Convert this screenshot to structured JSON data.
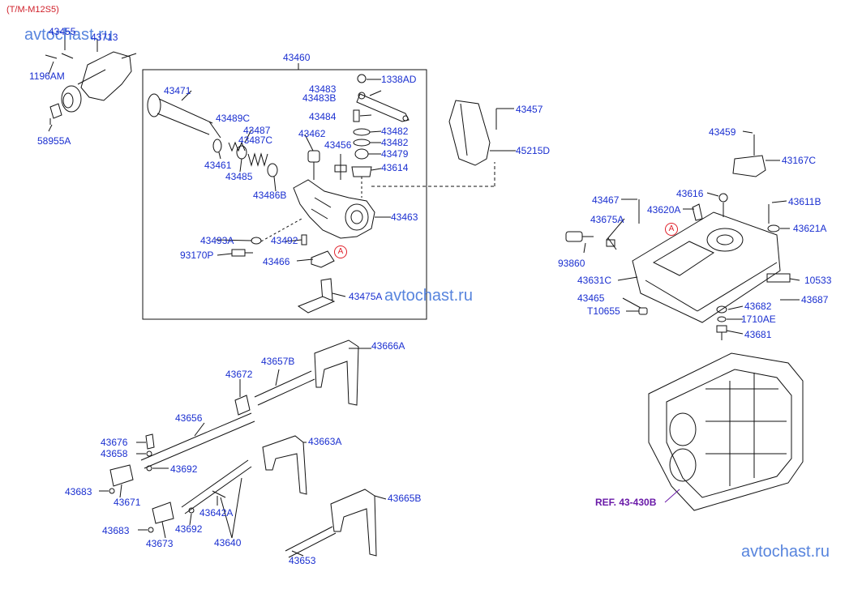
{
  "header": {
    "model_code": "(T/M-M12S5)"
  },
  "watermarks": [
    "avtochast.ru",
    "avtochast.ru",
    "avtochast.ru"
  ],
  "reference": {
    "text": "REF. 43-430B"
  },
  "markers": [
    "A",
    "A"
  ],
  "labels": [
    {
      "id": "p43455",
      "text": "43455"
    },
    {
      "id": "p43713",
      "text": "43713"
    },
    {
      "id": "p1196am",
      "text": "1196AM"
    },
    {
      "id": "p58955a",
      "text": "58955A"
    },
    {
      "id": "p43460",
      "text": "43460"
    },
    {
      "id": "p1338ad",
      "text": "1338AD"
    },
    {
      "id": "p43483",
      "text": "43483"
    },
    {
      "id": "p43483b",
      "text": "43483B"
    },
    {
      "id": "p43471",
      "text": "43471"
    },
    {
      "id": "p43484",
      "text": "43484"
    },
    {
      "id": "p43457",
      "text": "43457"
    },
    {
      "id": "p43489c",
      "text": "43489C"
    },
    {
      "id": "p43487",
      "text": "43487"
    },
    {
      "id": "p43487c",
      "text": "43487C"
    },
    {
      "id": "p43462",
      "text": "43462"
    },
    {
      "id": "p43482a",
      "text": "43482"
    },
    {
      "id": "p43456",
      "text": "43456"
    },
    {
      "id": "p43482b",
      "text": "43482"
    },
    {
      "id": "p43479",
      "text": "43479"
    },
    {
      "id": "p45215d",
      "text": "45215D"
    },
    {
      "id": "p43461",
      "text": "43461"
    },
    {
      "id": "p43614",
      "text": "43614"
    },
    {
      "id": "p43485",
      "text": "43485"
    },
    {
      "id": "p43486b",
      "text": "43486B"
    },
    {
      "id": "p43463",
      "text": "43463"
    },
    {
      "id": "p43493a",
      "text": "43493A"
    },
    {
      "id": "p43492",
      "text": "43492"
    },
    {
      "id": "p93170p",
      "text": "93170P"
    },
    {
      "id": "p43466",
      "text": "43466"
    },
    {
      "id": "p43475a",
      "text": "43475A"
    },
    {
      "id": "p43459",
      "text": "43459"
    },
    {
      "id": "p43167c",
      "text": "43167C"
    },
    {
      "id": "p43616",
      "text": "43616"
    },
    {
      "id": "p43467",
      "text": "43467"
    },
    {
      "id": "p43611b",
      "text": "43611B"
    },
    {
      "id": "p43620a",
      "text": "43620A"
    },
    {
      "id": "p43675a",
      "text": "43675A"
    },
    {
      "id": "p43621a",
      "text": "43621A"
    },
    {
      "id": "p93860",
      "text": "93860"
    },
    {
      "id": "p43631c",
      "text": "43631C"
    },
    {
      "id": "p10533",
      "text": "10533"
    },
    {
      "id": "p43465",
      "text": "43465"
    },
    {
      "id": "p43687",
      "text": "43687"
    },
    {
      "id": "p43682",
      "text": "43682"
    },
    {
      "id": "pt10655",
      "text": "T10655"
    },
    {
      "id": "p1710ae",
      "text": "1710AE"
    },
    {
      "id": "p43681",
      "text": "43681"
    },
    {
      "id": "p43666a",
      "text": "43666A"
    },
    {
      "id": "p43657b",
      "text": "43657B"
    },
    {
      "id": "p43672",
      "text": "43672"
    },
    {
      "id": "p43656",
      "text": "43656"
    },
    {
      "id": "p43676",
      "text": "43676"
    },
    {
      "id": "p43663a",
      "text": "43663A"
    },
    {
      "id": "p43658",
      "text": "43658"
    },
    {
      "id": "p43692a",
      "text": "43692"
    },
    {
      "id": "p43683a",
      "text": "43683"
    },
    {
      "id": "p43671",
      "text": "43671"
    },
    {
      "id": "p43642a",
      "text": "43642A"
    },
    {
      "id": "p43665b",
      "text": "43665B"
    },
    {
      "id": "p43683b",
      "text": "43683"
    },
    {
      "id": "p43692b",
      "text": "43692"
    },
    {
      "id": "p43673",
      "text": "43673"
    },
    {
      "id": "p43640",
      "text": "43640"
    },
    {
      "id": "p43653",
      "text": "43653"
    }
  ]
}
